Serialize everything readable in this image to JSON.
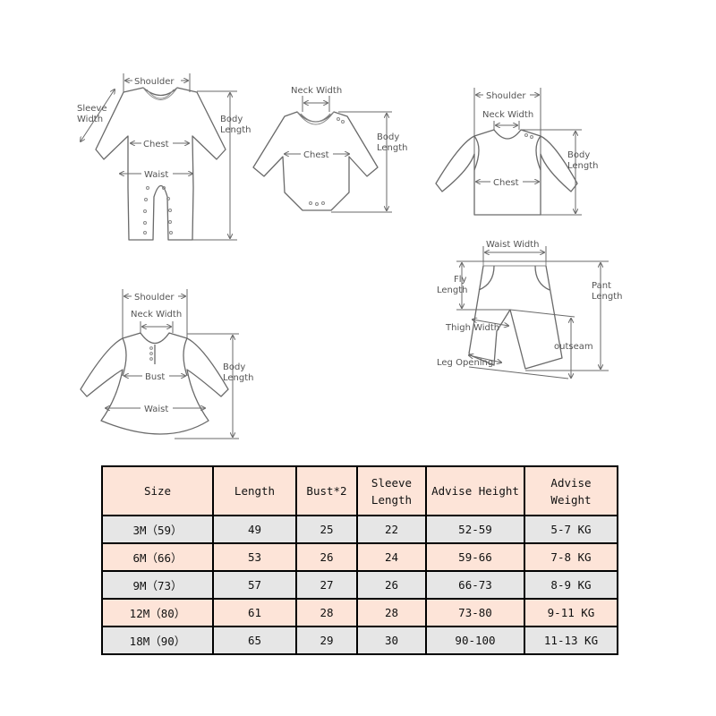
{
  "diagrams": {
    "romper": {
      "labels": {
        "shoulder": "Shoulder",
        "sleeve_width_1": "Sleeve",
        "sleeve_width_2": "Width",
        "chest": "Chest",
        "waist": "Waist",
        "body_length_1": "Body",
        "body_length_2": "Length"
      }
    },
    "bodysuit": {
      "labels": {
        "neck_width": "Neck Width",
        "chest": "Chest",
        "body_length_1": "Body",
        "body_length_2": "Length"
      }
    },
    "shirt": {
      "labels": {
        "shoulder": "Shoulder",
        "neck_width": "Neck Width",
        "chest": "Chest",
        "body_length_1": "Body",
        "body_length_2": "Length"
      }
    },
    "pants": {
      "labels": {
        "waist_width": "Waist Width",
        "fly_length_1": "Fly",
        "fly_length_2": "Length",
        "pant_length_1": "Pant",
        "pant_length_2": "Length",
        "thigh_width": "Thigh Width",
        "outseam": "outseam",
        "leg_opening": "Leg Opening"
      }
    },
    "dress": {
      "labels": {
        "shoulder": "Shoulder",
        "neck_width": "Neck Width",
        "bust": "Bust",
        "waist": "Waist",
        "body_length_1": "Body",
        "body_length_2": "Length"
      }
    }
  },
  "size_table": {
    "headers": [
      {
        "line1": "Size",
        "line2": ""
      },
      {
        "line1": "Length",
        "line2": ""
      },
      {
        "line1": "Bust*2",
        "line2": ""
      },
      {
        "line1": "Sleeve",
        "line2": "Length"
      },
      {
        "line1": "Advise Height",
        "line2": ""
      },
      {
        "line1": "Advise",
        "line2": "Weight"
      }
    ],
    "rows": [
      [
        "3M（59）",
        "49",
        "25",
        "22",
        "52-59",
        "5-7 KG"
      ],
      [
        "6M（66）",
        "53",
        "26",
        "24",
        "59-66",
        "7-8 KG"
      ],
      [
        "9M（73）",
        "57",
        "27",
        "26",
        "66-73",
        "8-9 KG"
      ],
      [
        "12M（80）",
        "61",
        "28",
        "28",
        "73-80",
        "9-11 KG"
      ],
      [
        "18M（90）",
        "65",
        "29",
        "30",
        "90-100",
        "11-13 KG"
      ]
    ]
  },
  "colors": {
    "header_bg": "#fde4d8",
    "row_gray": "#e6e6e6",
    "row_peach": "#fde4d8",
    "border": "#000000",
    "line_art": "#6a6a6a"
  }
}
